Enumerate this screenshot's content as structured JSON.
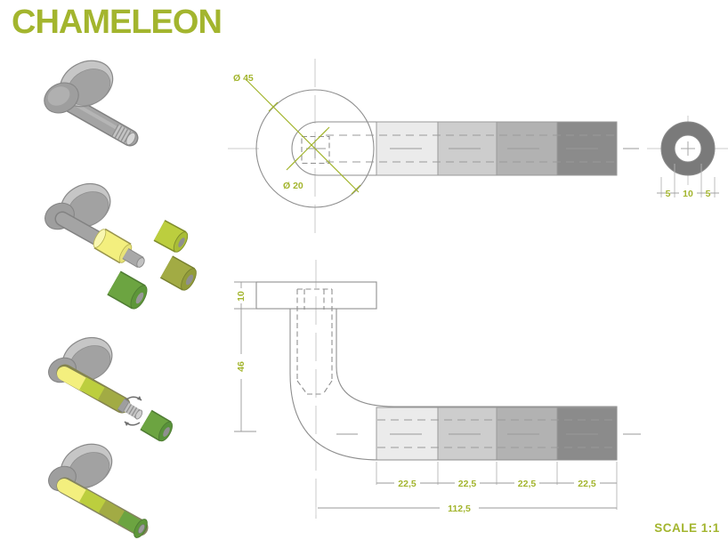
{
  "title": "CHAMELEON",
  "scale_label": "SCALE 1:1",
  "colors": {
    "accent_green": "#a3b52e",
    "ring_yellow": "#f3ef7e",
    "ring_lime": "#bcce3e",
    "ring_olive": "#a2ab44",
    "ring_green": "#6ca441",
    "handle_gray": "#a4a4a4",
    "section_gray": "#7a7a7a",
    "segment_grays": [
      "#ebebeb",
      "#cdcdcd",
      "#b2b2b2",
      "#8b8b8b"
    ]
  },
  "top_view": {
    "outer_diameter_label": "Ø 45",
    "neck_diameter_label": "Ø 20"
  },
  "section_view": {
    "left_wall_label": "5",
    "bore_label": "10",
    "right_wall_label": "5"
  },
  "front_view": {
    "plate_thickness_label": "10",
    "neck_height_label": "46",
    "segment_width_labels": [
      "22,5",
      "22,5",
      "22,5",
      "22,5"
    ],
    "total_length_label": "112,5"
  }
}
